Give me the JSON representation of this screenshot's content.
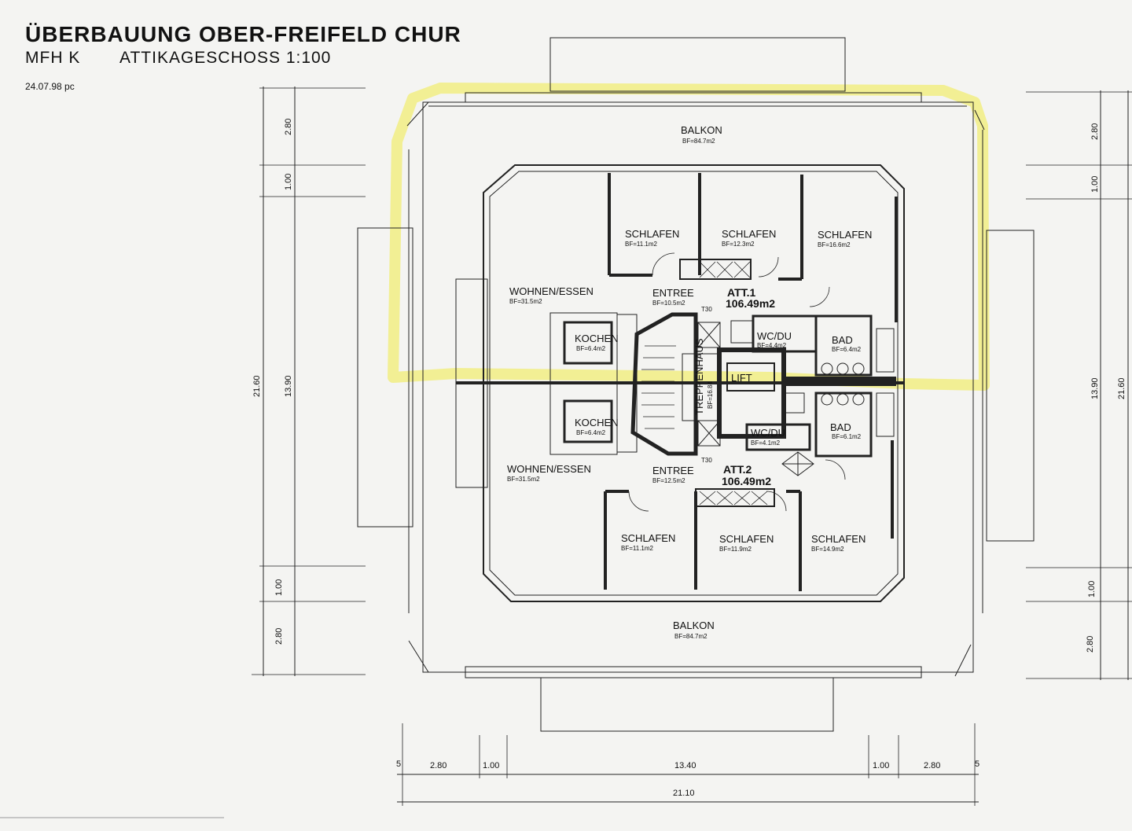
{
  "header": {
    "title": "ÜBERBAUUNG OBER-FREIFELD CHUR",
    "building": "MFH K",
    "floor_scale": "ATTIKAGESCHOSS 1:100",
    "date": "24.07.98 pc"
  },
  "rooms": {
    "balkon_top": {
      "name": "BALKON",
      "area": "BF=84.7m2"
    },
    "balkon_bottom": {
      "name": "BALKON",
      "area": "BF=84.7m2"
    },
    "schlafen_1": {
      "name": "SCHLAFEN",
      "area": "BF=11.1m2"
    },
    "schlafen_2": {
      "name": "SCHLAFEN",
      "area": "BF=12.3m2"
    },
    "schlafen_3": {
      "name": "SCHLAFEN",
      "area": "BF=16.6m2"
    },
    "schlafen_4": {
      "name": "SCHLAFEN",
      "area": "BF=11.1m2"
    },
    "schlafen_5": {
      "name": "SCHLAFEN",
      "area": "BF=11.9m2"
    },
    "schlafen_6": {
      "name": "SCHLAFEN",
      "area": "BF=14.9m2"
    },
    "wohnen_1": {
      "name": "WOHNEN/ESSEN",
      "area": "BF=31.5m2"
    },
    "wohnen_2": {
      "name": "WOHNEN/ESSEN",
      "area": "BF=31.5m2"
    },
    "entree_1": {
      "name": "ENTREE",
      "area": "BF=10.5m2"
    },
    "entree_2": {
      "name": "ENTREE",
      "area": "BF=12.5m2"
    },
    "kochen_1": {
      "name": "KOCHEN",
      "area": "BF=6.4m2"
    },
    "kochen_2": {
      "name": "KOCHEN",
      "area": "BF=6.4m2"
    },
    "wcdu_1": {
      "name": "WC/DU",
      "area": "BF=4.4m2"
    },
    "wcdu_2": {
      "name": "WC/DU",
      "area": "BF=4.1m2"
    },
    "bad_1": {
      "name": "BAD",
      "area": "BF=6.4m2"
    },
    "bad_2": {
      "name": "BAD",
      "area": "BF=6.1m2"
    },
    "att_1": {
      "name": "ATT.1",
      "area": "106.49m2"
    },
    "att_2": {
      "name": "ATT.2",
      "area": "106.49m2"
    },
    "treppenhaus": "TREPPENHAUS",
    "treppen_area": "BF=16.84",
    "lift": "LIFT",
    "door_t30_1": "T30",
    "door_t30_2": "T30"
  },
  "dimensions": {
    "left": [
      "2.80",
      "1.00",
      "13.90",
      "1.00",
      "2.80"
    ],
    "left_total": "21.60",
    "right": [
      "2.80",
      "1.00",
      "13.90",
      "1.00",
      "2.80"
    ],
    "right_total": "21.60",
    "bottom": [
      "5",
      "2.80",
      "1.00",
      "13.40",
      "1.00",
      "2.80",
      "5"
    ],
    "bottom_total": "21.10"
  },
  "highlight_color": "#f2ee8a"
}
